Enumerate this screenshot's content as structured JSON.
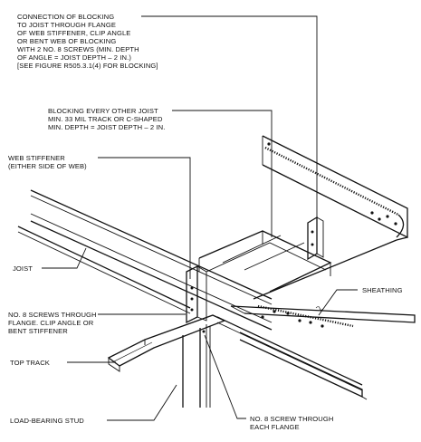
{
  "labels": {
    "connection": {
      "lines": [
        "CONNECTION OF BLOCKING",
        "TO JOIST THROUGH FLANGE",
        "OF WEB STIFFENER, CLIP ANGLE",
        "OR BENT WEB OF BLOCKING",
        "WITH 2 NO. 8 SCREWS (MIN. DEPTH",
        "OF ANGLE = JOIST DEPTH – 2 IN.)",
        "[SEE FIGURE R505.3.1(4) FOR BLOCKING]"
      ]
    },
    "blocking": {
      "lines": [
        "BLOCKING EVERY OTHER JOIST",
        "MIN. 33 MIL TRACK OR C-SHAPED",
        "MIN. DEPTH = JOIST DEPTH – 2 IN."
      ]
    },
    "web_stiffener": {
      "lines": [
        "WEB STIFFENER",
        "(EITHER SIDE OF WEB)"
      ]
    },
    "joist": {
      "lines": [
        "JOIST"
      ]
    },
    "sheathing": {
      "lines": [
        "SHEATHING"
      ]
    },
    "screws_through": {
      "lines": [
        "NO. 8 SCREWS THROUGH",
        "FLANGE. CLIP ANGLE OR",
        "BENT STIFFENER"
      ]
    },
    "top_track": {
      "lines": [
        "TOP TRACK"
      ]
    },
    "load_bearing_stud": {
      "lines": [
        "LOAD-BEARING STUD"
      ]
    },
    "screw_each_flange": {
      "lines": [
        "NO. 8 SCREW THROUGH",
        "EACH FLANGE"
      ]
    }
  }
}
